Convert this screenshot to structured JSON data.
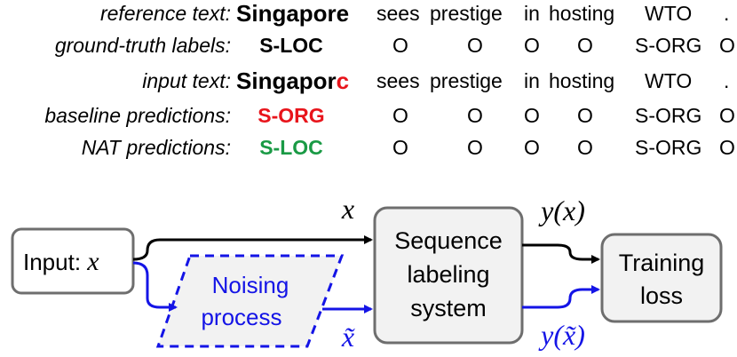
{
  "table": {
    "rows": [
      {
        "label": "reference text:",
        "first": "Singapore",
        "tokens": [
          "sees",
          "prestige",
          "in",
          "hosting",
          "WTO",
          "."
        ]
      },
      {
        "label": "ground-truth labels:",
        "first": "S-LOC",
        "tokens": [
          "O",
          "O",
          "O",
          "O",
          "S-ORG",
          "O"
        ]
      },
      {
        "label": "input text:",
        "first_a": "Singapor",
        "first_b": "c",
        "tokens": [
          "sees",
          "prestige",
          "in",
          "hosting",
          "WTO",
          "."
        ]
      },
      {
        "label": "baseline predictions:",
        "first": "S-ORG",
        "tokens": [
          "O",
          "O",
          "O",
          "O",
          "S-ORG",
          "O"
        ]
      },
      {
        "label": "NAT predictions:",
        "first": "S-LOC",
        "tokens": [
          "O",
          "O",
          "O",
          "O",
          "S-ORG",
          "O"
        ]
      }
    ]
  },
  "diagram": {
    "input_box": {
      "prefix": "Input: ",
      "var": "x"
    },
    "noising": {
      "line1": "Noising",
      "line2": "process"
    },
    "labeler": {
      "line1": "Sequence",
      "line2": "labeling",
      "line3": "system"
    },
    "loss": {
      "line1": "Training",
      "line2": "loss"
    },
    "edge_x": "x",
    "edge_y": "y(x)",
    "edge_xt": "x̃",
    "edge_yt": "y(x̃)"
  },
  "colors": {
    "red": "#e8141b",
    "green": "#1a9a45",
    "blue": "#1414e6",
    "box_fill": "#f2f2f2",
    "box_stroke": "#6e6e6e"
  }
}
